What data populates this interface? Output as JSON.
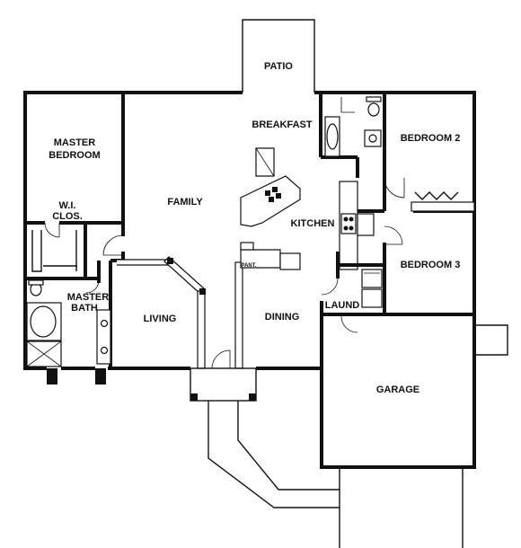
{
  "rooms": {
    "patio": "PATIO",
    "breakfast": "BREAKFAST",
    "master_bedroom_line1": "MASTER",
    "master_bedroom_line2": "BEDROOM",
    "bedroom2": "BEDROOM 2",
    "family": "FAMILY",
    "wi_closet_line1": "W.I.",
    "wi_closet_line2": "CLOS.",
    "kitchen": "KITCHEN",
    "master_bath_line1": "MASTER",
    "master_bath_line2": "BATH",
    "bedroom3": "BEDROOM 3",
    "living": "LIVING",
    "dining": "DINING",
    "laundry": "LAUND",
    "pantry": "PANT.",
    "garage": "GARAGE"
  },
  "colors": {
    "line": "#111111",
    "background": "#ffffff"
  }
}
